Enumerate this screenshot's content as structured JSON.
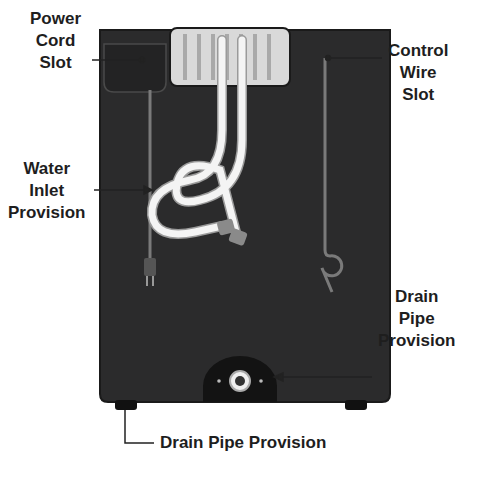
{
  "diagram": {
    "labels": [
      "Power Cord Slot",
      "Control Wire Slot",
      "Water Inlet Provision",
      "Drain Pipe Provision",
      "Drain Pipe Provision"
    ]
  }
}
